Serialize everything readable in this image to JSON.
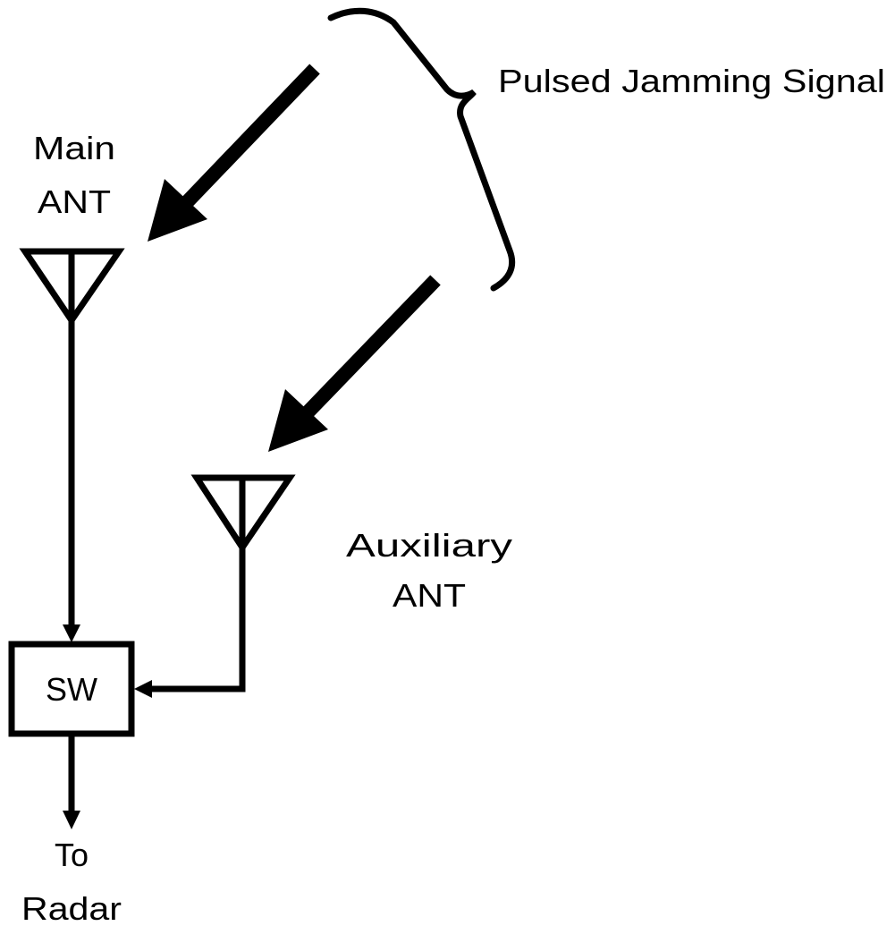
{
  "labels": {
    "jamming": "Pulsed Jamming Signal",
    "main_ant_line1": "Main",
    "main_ant_line2": "ANT",
    "aux_ant_line1": "Auxiliary",
    "aux_ant_line2": "ANT",
    "switch": "SW",
    "output_line1": "To",
    "output_line2": "Radar"
  },
  "colors": {
    "ink": "#000000",
    "background": "#ffffff"
  }
}
